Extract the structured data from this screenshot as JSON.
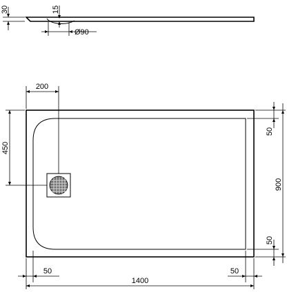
{
  "drawing": {
    "side_view": {
      "height_label": "30",
      "drain_depth_label": "15",
      "drain_diameter_label": "Ø90"
    },
    "plan_view": {
      "drain_offset_label": "200",
      "drain_center_label": "450",
      "top_margin_label": "50",
      "bottom_margin_label": "50",
      "total_depth_label": "900",
      "left_margin_label": "50",
      "right_margin_label": "50",
      "total_width_label": "1400"
    }
  }
}
